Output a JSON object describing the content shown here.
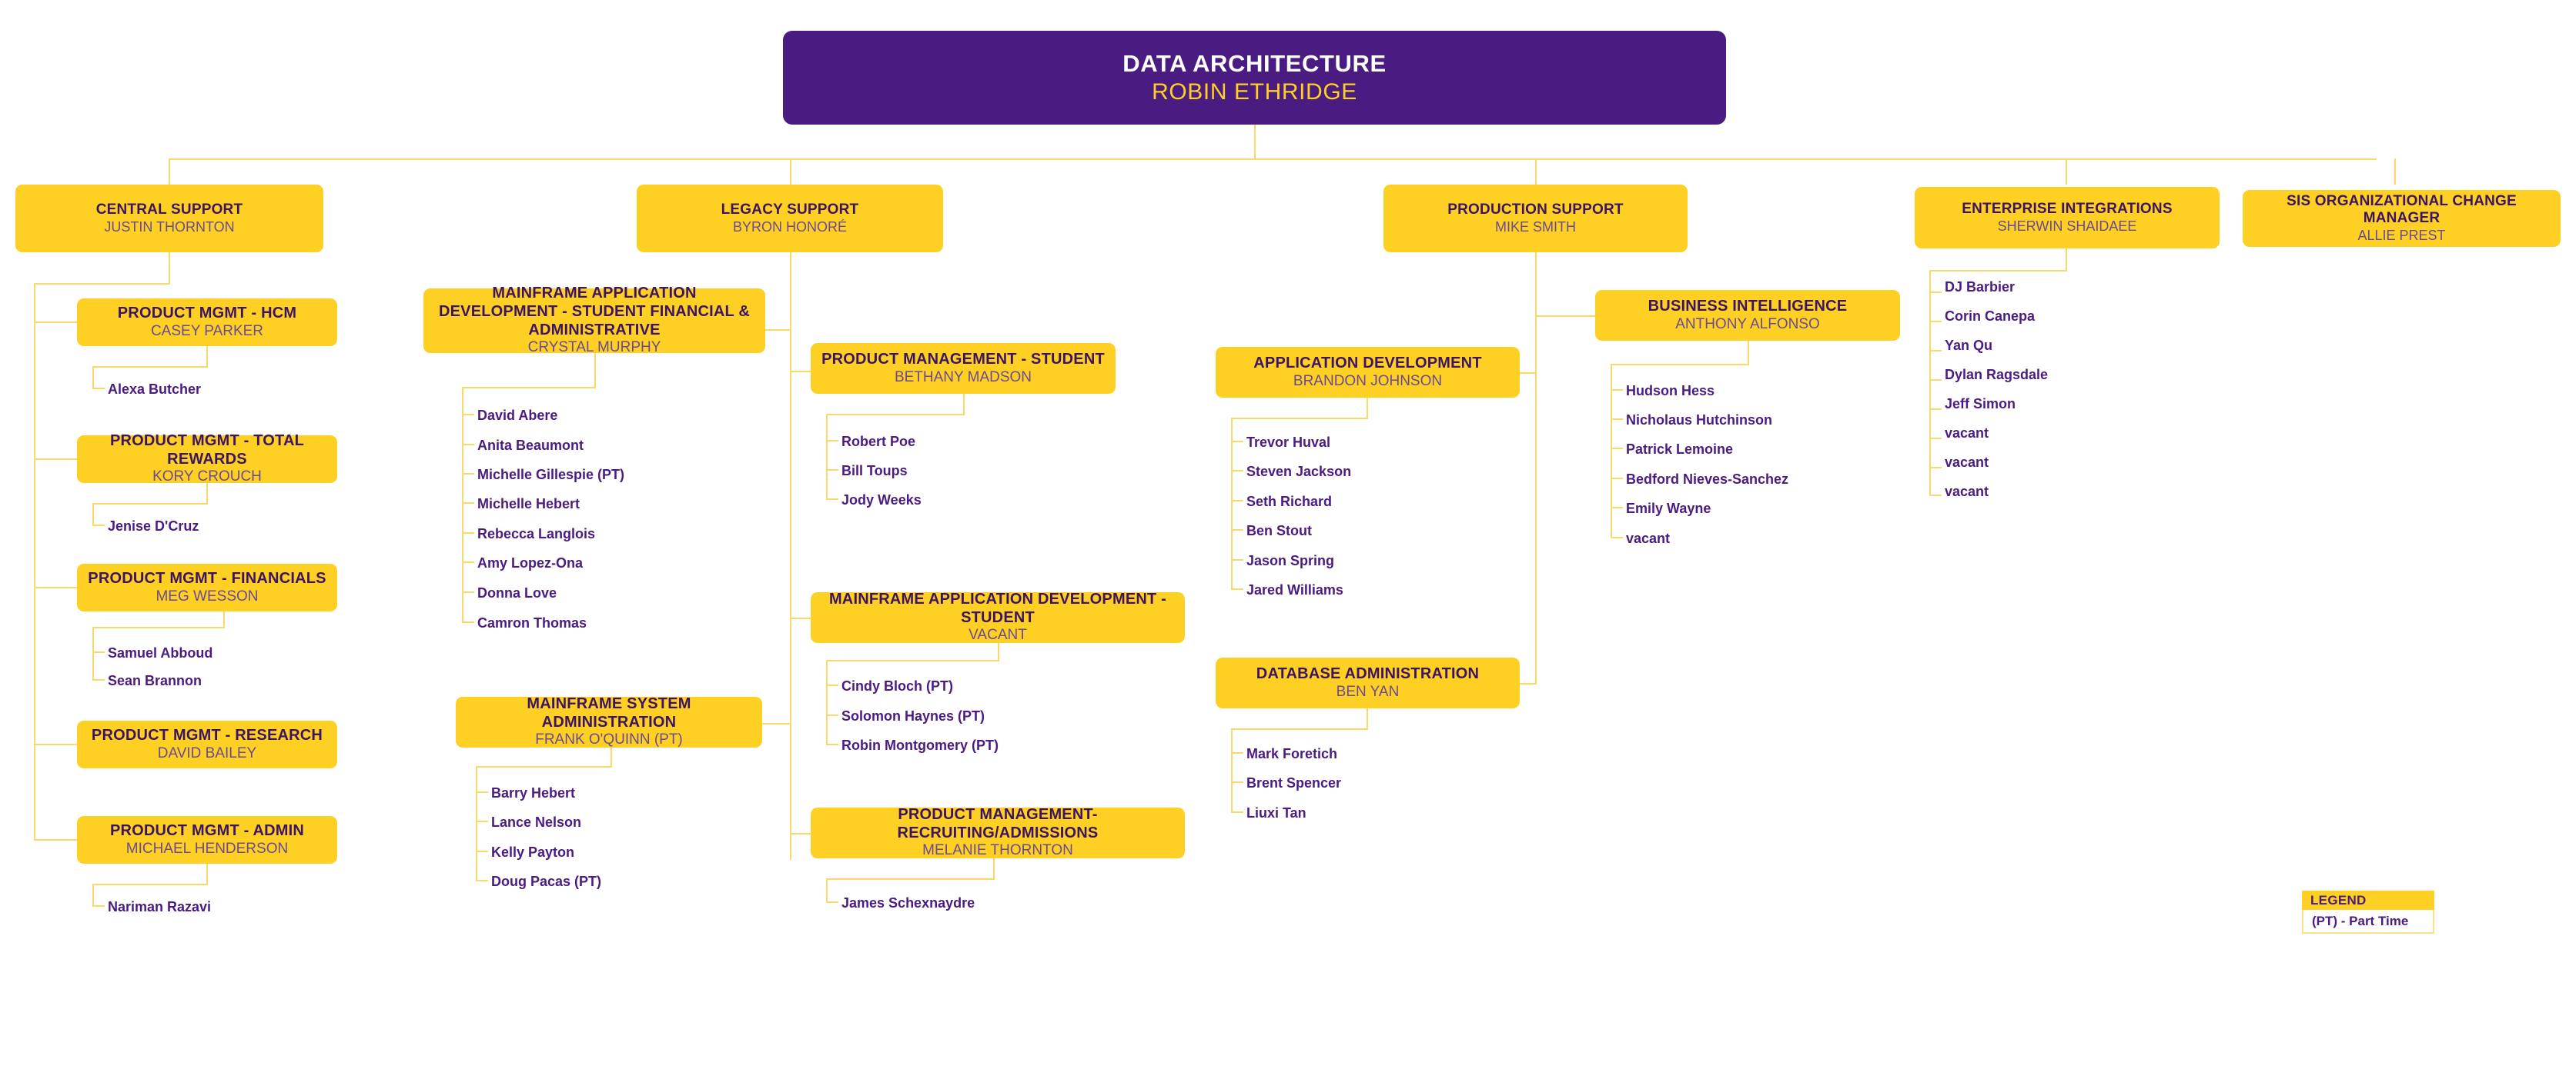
{
  "root": {
    "title": "DATA ARCHITECTURE",
    "manager": "ROBIN ETHRIDGE"
  },
  "legend": {
    "heading": "LEGEND",
    "entry": "(PT) - Part Time"
  },
  "colors": {
    "purple": "#4A1B80",
    "gold": "#FDD023",
    "line": "#FAD96B",
    "subtitle_purple": "#6B4A93"
  },
  "departments": [
    {
      "id": "central-support",
      "title": "CENTRAL SUPPORT",
      "manager": "JUSTIN THORNTON",
      "units": [
        {
          "id": "pm-hcm",
          "title": "PRODUCT MGMT - HCM",
          "manager": "CASEY PARKER",
          "members": [
            "Alexa Butcher"
          ]
        },
        {
          "id": "pm-total-rewards",
          "title": "PRODUCT MGMT - TOTAL REWARDS",
          "manager": "KORY CROUCH",
          "members": [
            "Jenise D'Cruz"
          ]
        },
        {
          "id": "pm-financials",
          "title": "PRODUCT MGMT - FINANCIALS",
          "manager": "MEG WESSON",
          "members": [
            "Samuel Abboud",
            "Sean Brannon"
          ]
        },
        {
          "id": "pm-research",
          "title": "PRODUCT MGMT - RESEARCH",
          "manager": "DAVID BAILEY",
          "members": []
        },
        {
          "id": "pm-admin",
          "title": "PRODUCT MGMT - ADMIN",
          "manager": "MICHAEL HENDERSON",
          "members": [
            "Nariman Razavi"
          ]
        }
      ]
    },
    {
      "id": "legacy-support",
      "title": "LEGACY SUPPORT",
      "manager": "BYRON HONORÉ",
      "units": [
        {
          "id": "mainframe-app-dev-sfa",
          "title": "MAINFRAME APPLICATION  DEVELOPMENT - STUDENT FINANCIAL & ADMINISTRATIVE",
          "manager": "CRYSTAL MURPHY",
          "members": [
            "David Abere",
            "Anita Beaumont",
            "Michelle Gillespie (PT)",
            "Michelle Hebert",
            "Rebecca Langlois",
            "Amy Lopez-Ona",
            "Donna Love",
            "Camron Thomas"
          ]
        },
        {
          "id": "mainframe-system-admin",
          "title": "MAINFRAME SYSTEM ADMINISTRATION",
          "manager": "FRANK O'QUINN (PT)",
          "members": [
            "Barry Hebert",
            "Lance Nelson",
            "Kelly Payton",
            "Doug Pacas (PT)"
          ]
        },
        {
          "id": "pm-student",
          "title": "PRODUCT MANAGEMENT - STUDENT",
          "manager": "BETHANY MADSON",
          "members": [
            "Robert Poe",
            "Bill Toups",
            "Jody Weeks"
          ]
        },
        {
          "id": "mainframe-app-dev-student",
          "title": "MAINFRAME APPLICATION DEVELOPMENT - STUDENT",
          "manager": "VACANT",
          "members": [
            "Cindy Bloch (PT)",
            "Solomon Haynes (PT)",
            "Robin Montgomery (PT)"
          ]
        },
        {
          "id": "pm-recruiting-admissions",
          "title": "PRODUCT MANAGEMENT- RECRUITING/ADMISSIONS",
          "manager": "MELANIE THORNTON",
          "members": [
            "James Schexnaydre"
          ]
        }
      ]
    },
    {
      "id": "production-support",
      "title": "PRODUCTION SUPPORT",
      "manager": "MIKE SMITH",
      "units": [
        {
          "id": "application-development",
          "title": "APPLICATION DEVELOPMENT",
          "manager": "BRANDON JOHNSON",
          "members": [
            "Trevor Huval",
            "Steven Jackson",
            "Seth Richard",
            "Ben Stout",
            "Jason Spring",
            "Jared Williams"
          ]
        },
        {
          "id": "database-administration",
          "title": "DATABASE ADMINISTRATION",
          "manager": "BEN YAN",
          "members": [
            "Mark Foretich",
            "Brent Spencer",
            "Liuxi Tan"
          ]
        },
        {
          "id": "business-intelligence",
          "title": "BUSINESS INTELLIGENCE",
          "manager": "ANTHONY ALFONSO",
          "members": [
            "Hudson Hess",
            "Nicholaus Hutchinson",
            "Patrick Lemoine",
            "Bedford Nieves-Sanchez",
            "Emily Wayne",
            "vacant"
          ]
        }
      ]
    },
    {
      "id": "enterprise-integrations",
      "title": "ENTERPRISE INTEGRATIONS",
      "manager": "SHERWIN SHAIDAEE",
      "units": [],
      "members": [
        "DJ Barbier",
        "Corin Canepa",
        "Yan Qu",
        "Dylan Ragsdale",
        "Jeff Simon",
        "vacant",
        "vacant",
        "vacant"
      ]
    },
    {
      "id": "sis-org-change-manager",
      "title": "SIS ORGANIZATIONAL CHANGE MANAGER",
      "manager": "ALLIE PREST",
      "units": [],
      "members": []
    }
  ]
}
